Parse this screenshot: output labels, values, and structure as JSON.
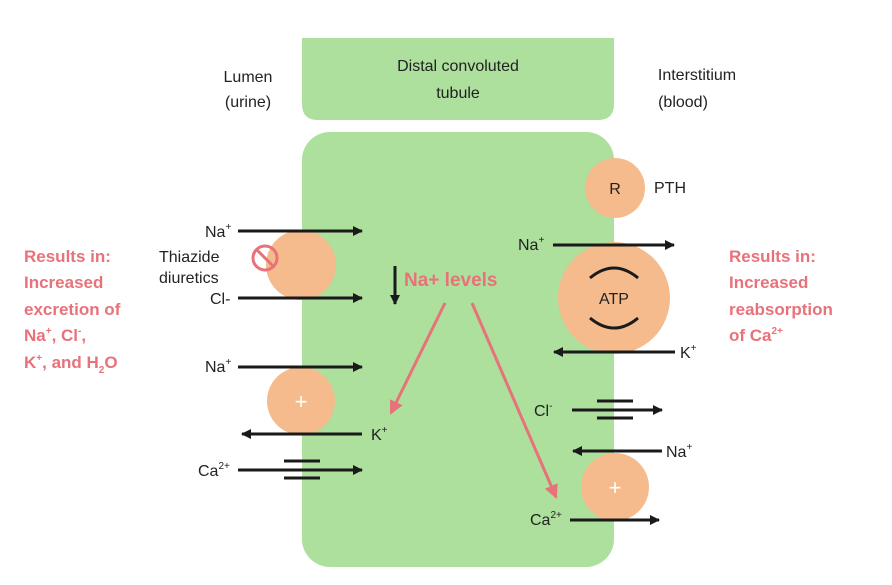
{
  "header": {
    "lumen_line1": "Lumen",
    "lumen_line2": "(urine)",
    "tubule_line1": "Distal convoluted",
    "tubule_line2": "tubule",
    "interstitium_line1": "Interstitium",
    "interstitium_line2": "(blood)"
  },
  "left_result": {
    "line1": "Results in:",
    "line2": "Increased",
    "line3": "excretion of",
    "line4_a": "Na",
    "line4_a_sup": "+",
    "line4_b": ", Cl",
    "line4_b_sup": "-",
    "line4_c": ",",
    "line5_a": "K",
    "line5_a_sup": "+",
    "line5_b": ", and H",
    "line5_b_sub": "2",
    "line5_c": "O"
  },
  "right_result": {
    "line1": "Results in:",
    "line2": "Increased",
    "line3": "reabsorption",
    "line4": "of Ca",
    "line4_sup": "2+"
  },
  "thiazide": {
    "line1": "Thiazide",
    "line2": "diuretics"
  },
  "center": {
    "na_levels": "Na+ levels"
  },
  "receptor": {
    "symbol": "R",
    "label": "PTH"
  },
  "pump": {
    "label": "ATP"
  },
  "ions": {
    "na_top_left": "Na",
    "na_top_left_sup": "+",
    "cl_left": "Cl-",
    "na_mid_left": "Na",
    "na_mid_left_sup": "+",
    "k_left": "K",
    "k_left_sup": "+",
    "ca_left": "Ca",
    "ca_left_sup": "2+",
    "na_pump": "Na",
    "na_pump_sup": "+",
    "k_pump": "K",
    "k_pump_sup": "+",
    "cl_right": "Cl",
    "cl_right_sup": "-",
    "na_right": "Na",
    "na_right_sup": "+",
    "ca_right": "Ca",
    "ca_right_sup": "2+"
  },
  "exchanger_symbol": "+",
  "colors": {
    "cell_green": "#addf9d",
    "protein_orange": "#f5bb8c",
    "accent_red": "#e8727a",
    "arrow_black": "#1a1a1a"
  }
}
